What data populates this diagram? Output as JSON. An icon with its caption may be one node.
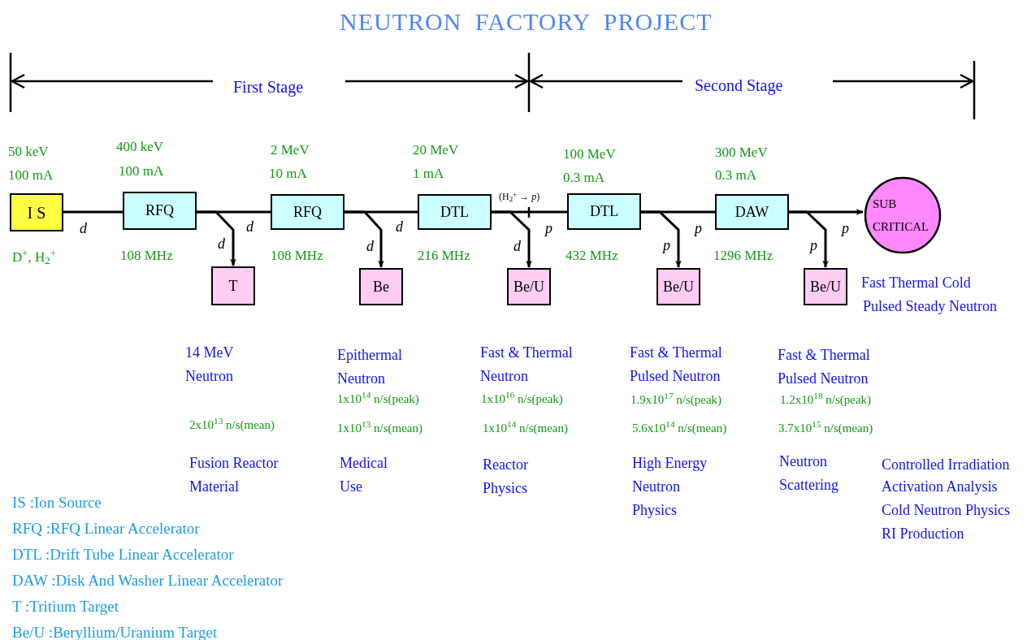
{
  "diagram": {
    "title": "NEUTRON FACTORY PROJECT",
    "nodes": [
      {
        "text": [
          "I S"
        ],
        "beside": [
          "50 keV",
          "100 mA",
          "D$^{+}$, H$_{2}$$^{+}$"
        ]
      },
      {
        "text": [
          "RFQ"
        ],
        "beside": [
          "400 keV",
          "100 mA",
          "108 MHz"
        ]
      },
      {
        "text": [
          "RFQ"
        ],
        "beside": [
          "2 MeV",
          "10 mA",
          "108 MHz"
        ]
      },
      {
        "text": [
          "DTL"
        ],
        "beside": [
          "20 MeV",
          "1 mA",
          "216 MHz"
        ]
      },
      {
        "text": [
          "DTL"
        ],
        "beside": [
          "100 MeV",
          "0.3 mA",
          "432 MHz"
        ]
      },
      {
        "text": [
          "DAW"
        ],
        "beside": [
          "300 MeV",
          "0.3 mA",
          "1296 MHz"
        ]
      },
      {
        "text": [
          "SUB CRITICAL"
        ]
      },
      {
        "text": [
          "T"
        ]
      },
      {
        "text": [
          "Be"
        ]
      },
      {
        "text": [
          "Be/U"
        ]
      },
      {
        "text": [
          "Be/U"
        ]
      },
      {
        "text": [
          "Be/U"
        ]
      }
    ],
    "edges": [
      {
        "from": 0,
        "to": 1,
        "arrow": "none",
        "label": "d"
      },
      {
        "from": 1,
        "to": 2,
        "arrow": "none",
        "label": "d"
      },
      {
        "from": 1,
        "to": 7,
        "arrow": "to",
        "label": "d"
      },
      {
        "from": 2,
        "to": 3,
        "arrow": "none",
        "label": "d"
      },
      {
        "from": 2,
        "to": 8,
        "arrow": "to",
        "label": "d"
      },
      {
        "from": 3,
        "to": 4,
        "arrow": "none",
        "label": "p"
      },
      {
        "from": 3,
        "to": 9,
        "arrow": "to",
        "label": "d"
      },
      {
        "from": 4,
        "to": 5,
        "arrow": "none",
        "label": "p"
      },
      {
        "from": 4,
        "to": 10,
        "arrow": "to",
        "label": "p"
      },
      {
        "from": 5,
        "to": 6,
        "arrow": "to",
        "label": "p"
      },
      {
        "from": 5,
        "to": 11,
        "arrow": "to",
        "label": "p"
      }
    ],
    "labels": [
      "First Stage",
      "Second Stage",
      "(H$_{2}$$^{+}$ → *p*)",
      "Fast Thermal Cold",
      "Pulsed Steady Neutron",
      "14 MeV Neutron",
      "2x10$^{13}$ n/s(mean)",
      "Fusion Reactor Material",
      "Epithermal Neutron",
      "1x10$^{14}$ n/s(peak)",
      "1x10$^{13}$ n/s(mean)",
      "Medical Use",
      "Fast & Thermal Neutron",
      "1x10$^{16}$ n/s(peak)",
      "1x10$^{14}$ n/s(mean)",
      "Reactor Physics",
      "Fast & Thermal Pulsed Neutron",
      "1.9x10$^{17}$ n/s(peak)",
      "5.6x10$^{14}$ n/s(mean)",
      "High Energy Neutron Physics",
      "Fast & Thermal Pulsed Neutron",
      "1.2x10$^{18}$ n/s(peak)",
      "3.7x10$^{15}$ n/s(mean)",
      "Neutron Scattering",
      "Controlled Irradiation",
      "Activation Analysis",
      "Cold Neutron Physics",
      "RI Production",
      "IS :Ion Source",
      "RFQ :RFQ Linear Accelerator",
      "DTL :Drift Tube Linear Accelerator",
      "DAW :Disk And Washer Linear Accelerator",
      "T :Tritium Target",
      "Be/U :Beryllium/Uranium Target"
    ]
  }
}
